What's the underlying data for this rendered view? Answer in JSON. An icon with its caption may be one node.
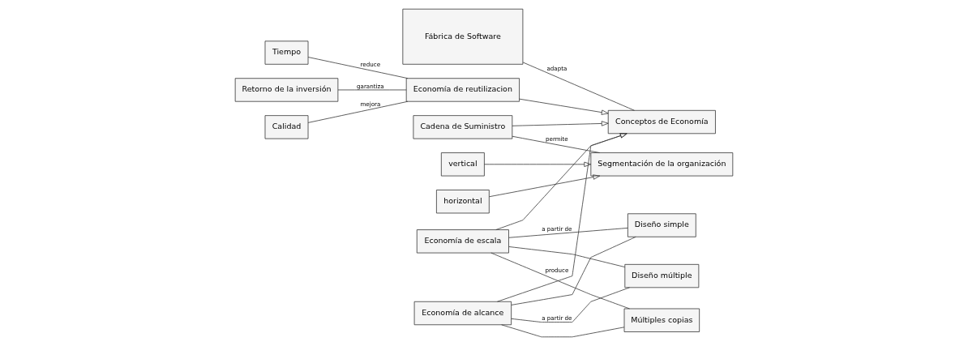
{
  "diagram": {
    "nodes": [
      {
        "text": [
          "Fábrica de Software"
        ]
      },
      {
        "text": [
          "Tiempo"
        ]
      },
      {
        "text": [
          "Retorno de la inversión"
        ]
      },
      {
        "text": [
          "Calidad"
        ]
      },
      {
        "text": [
          "Economía de reutilizacion"
        ]
      },
      {
        "text": [
          "Conceptos de Economía"
        ]
      },
      {
        "text": [
          "Cadena de Suministro"
        ]
      },
      {
        "text": [
          "Economía de escala"
        ]
      },
      {
        "text": [
          "Economía de alcance"
        ]
      },
      {
        "text": [
          "vertical"
        ]
      },
      {
        "text": [
          "horizontal"
        ]
      },
      {
        "text": [
          "Segmentación de la organización"
        ]
      },
      {
        "text": [
          "Diseño simple"
        ]
      },
      {
        "text": [
          "Múltiples copias"
        ]
      },
      {
        "text": [
          "Diseño múltiple"
        ]
      }
    ],
    "edges": [
      {
        "from": 0,
        "to": 5,
        "arrow": "none",
        "label": "adapta"
      },
      {
        "from": 1,
        "to": 4,
        "arrow": "none",
        "label": "reduce"
      },
      {
        "from": 2,
        "to": 4,
        "arrow": "none",
        "label": "garantiza"
      },
      {
        "from": 3,
        "to": 4,
        "arrow": "none",
        "label": "mejora"
      },
      {
        "from": 4,
        "to": 5,
        "arrow": "to"
      },
      {
        "from": 6,
        "to": 5,
        "arrow": "to"
      },
      {
        "from": 7,
        "to": 5,
        "arrow": "to"
      },
      {
        "from": 8,
        "to": 5,
        "arrow": "to"
      },
      {
        "from": 6,
        "to": 11,
        "arrow": "none",
        "label": "permite"
      },
      {
        "from": 9,
        "to": 11,
        "arrow": "to"
      },
      {
        "from": 10,
        "to": 11,
        "arrow": "to"
      },
      {
        "from": 7,
        "to": 12,
        "arrow": "none",
        "label": "a partir de"
      },
      {
        "from": 7,
        "to": 13,
        "arrow": "none",
        "label": "produce"
      },
      {
        "from": 7,
        "to": 14,
        "arrow": "none"
      },
      {
        "from": 8,
        "to": 12,
        "arrow": "none"
      },
      {
        "from": 8,
        "to": 13,
        "arrow": "none"
      },
      {
        "from": 8,
        "to": 14,
        "arrow": "none",
        "label": "a partir de"
      }
    ]
  }
}
